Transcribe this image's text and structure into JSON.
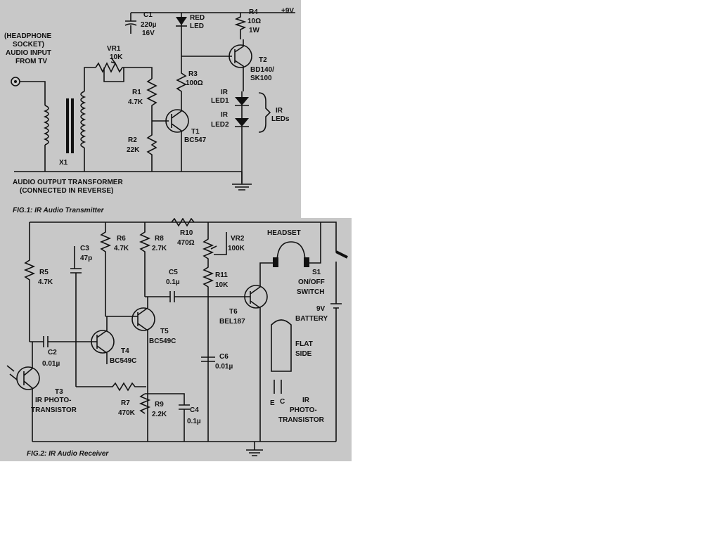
{
  "fig1": {
    "caption": "FIG.1: IR Audio Transmitter",
    "input_label": [
      "(HEADPHONE",
      "SOCKET)",
      "AUDIO INPUT",
      "FROM TV"
    ],
    "transformer_label": [
      "AUDIO OUTPUT TRANSFORMER",
      "(CONNECTED IN REVERSE)"
    ],
    "x1": "X1",
    "c1": [
      "C1",
      "220µ",
      "16V"
    ],
    "red_led": [
      "RED",
      "LED"
    ],
    "r4": [
      "R4",
      "10Ω",
      "1W"
    ],
    "supply": "+9V",
    "vr1": [
      "VR1",
      "10K"
    ],
    "r1": [
      "R1",
      "4.7K"
    ],
    "r2": [
      "R2",
      "22K"
    ],
    "r3": [
      "R3",
      "100Ω"
    ],
    "t1": [
      "T1",
      "BC547"
    ],
    "t2": [
      "T2",
      "BD140/",
      "SK100"
    ],
    "irled1": [
      "IR",
      "LED1"
    ],
    "irled2": [
      "IR",
      "LED2"
    ],
    "ir_leds": [
      "IR",
      "LEDs"
    ]
  },
  "fig2": {
    "caption": "FIG.2: IR Audio Receiver",
    "r5": [
      "R5",
      "4.7K"
    ],
    "c3": [
      "C3",
      "47p"
    ],
    "r6": [
      "R6",
      "4.7K"
    ],
    "r8": [
      "R8",
      "2.7K"
    ],
    "r10": [
      "R10",
      "470Ω"
    ],
    "vr2": [
      "VR2",
      "100K"
    ],
    "headset": "HEADSET",
    "c5": [
      "C5",
      "0.1µ"
    ],
    "r11": [
      "R11",
      "10K"
    ],
    "s1": [
      "S1",
      "ON/OFF",
      "SWITCH"
    ],
    "battery": [
      "9V",
      "BATTERY"
    ],
    "t6": [
      "T6",
      "BEL187"
    ],
    "t5": [
      "T5",
      "BC549C"
    ],
    "c2": [
      "C2",
      "0.01µ"
    ],
    "t4": [
      "T4",
      "BC549C"
    ],
    "c6": [
      "C6",
      "0.01µ"
    ],
    "flat_side": [
      "FLAT",
      "SIDE"
    ],
    "pins": [
      "E",
      "C"
    ],
    "t3": [
      "T3",
      "IR PHOTO-",
      "TRANSISTOR"
    ],
    "r7": [
      "R7",
      "470K"
    ],
    "r9": [
      "R9",
      "2.2K"
    ],
    "c4": [
      "C4",
      "0.1µ"
    ],
    "pt_label": [
      "IR",
      "PHOTO-",
      "TRANSISTOR"
    ]
  }
}
